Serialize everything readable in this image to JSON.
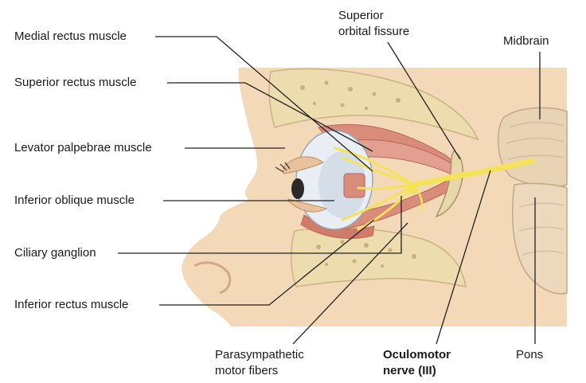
{
  "labels": {
    "medial_rectus": "Medial rectus muscle",
    "superior_rectus": "Superior rectus muscle",
    "levator_palpebrae": "Levator palpebrae muscle",
    "inferior_oblique": "Inferior oblique muscle",
    "ciliary_ganglion": "Ciliary ganglion",
    "inferior_rectus": "Inferior rectus muscle",
    "superior_orbital_fissure": "Superior\norbital fissure",
    "midbrain": "Midbrain",
    "parasympathetic": "Parasympathetic\nmotor fibers",
    "oculomotor": "Oculomotor\nnerve (III)",
    "pons": "Pons"
  },
  "colors": {
    "skin": "#f4d9b8",
    "bone": "#ecdcae",
    "muscle": "#d98c7a",
    "nerve": "#f4e35a",
    "brain": "#e9d3b5",
    "leader": "#222222"
  }
}
